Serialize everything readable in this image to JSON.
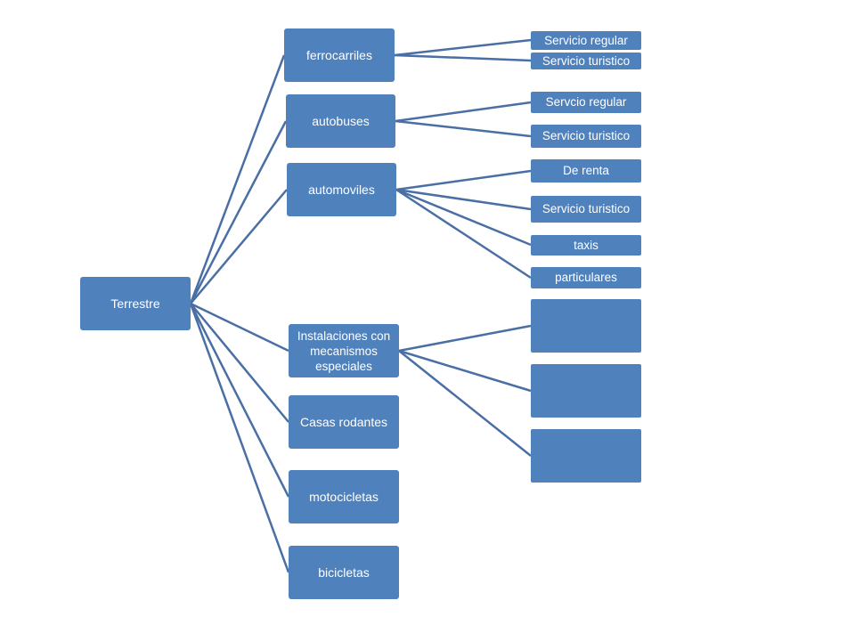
{
  "root": {
    "label": "Terrestre"
  },
  "categories": [
    {
      "id": "ferrocarriles",
      "label": "ferrocarriles"
    },
    {
      "id": "autobuses",
      "label": "autobuses"
    },
    {
      "id": "automoviles",
      "label": "automoviles"
    },
    {
      "id": "instalaciones",
      "label": "Instalaciones con mecanismos especiales"
    },
    {
      "id": "casas-rodantes",
      "label": "Casas rodantes"
    },
    {
      "id": "motocicletas",
      "label": "motocicletas"
    },
    {
      "id": "bicicletas",
      "label": "bicicletas"
    }
  ],
  "leaves": {
    "ferrocarriles": [
      "Servicio regular",
      "Servicio turistico"
    ],
    "autobuses": [
      "Servcio regular",
      "Servicio turistico"
    ],
    "automoviles": [
      "De renta",
      "Servicio turistico",
      "taxis",
      "particulares"
    ],
    "instalaciones": [
      "",
      "",
      ""
    ]
  },
  "colors": {
    "node_fill": "#4F81BD",
    "connector": "#4A6FA5",
    "text": "#FFFFFF"
  }
}
